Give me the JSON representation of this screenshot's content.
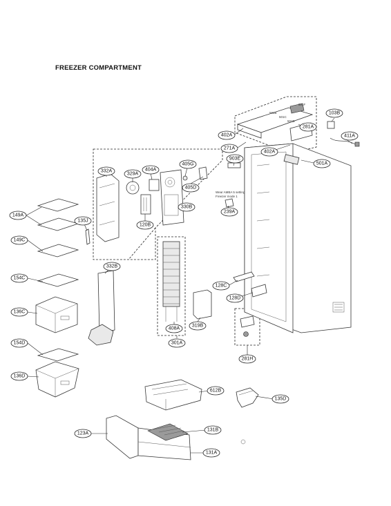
{
  "title": "FREEZER COMPARTMENT",
  "callouts": [
    "332A",
    "329A",
    "404A",
    "405G",
    "405D",
    "330B",
    "120B",
    "135J",
    "149A",
    "149C",
    "332B",
    "154C",
    "136C",
    "154D",
    "136D",
    "301A",
    "408A",
    "319B",
    "501F",
    "501B",
    "501C",
    "501D",
    "103B",
    "281A",
    "402A",
    "411A",
    "271A",
    "402A",
    "903E",
    "501A",
    "239A",
    "128C",
    "128D",
    "281H",
    "612B",
    "135D",
    "123A",
    "131B",
    "131A"
  ],
  "panel_notes": [
    "Wear AMBA 5 setting",
    "Freezer mode 1"
  ]
}
